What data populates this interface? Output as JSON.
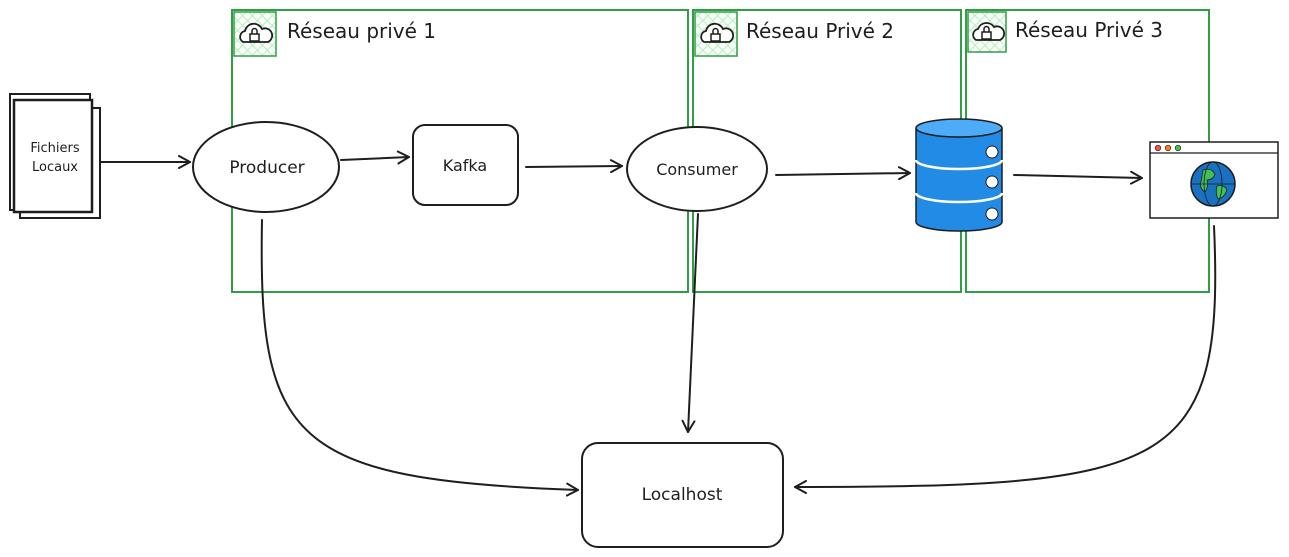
{
  "networks": [
    {
      "label": "Réseau privé 1",
      "icon": "cloud-lock-icon"
    },
    {
      "label": "Réseau Privé 2",
      "icon": "cloud-lock-icon"
    },
    {
      "label": "Réseau Privé 3",
      "icon": "cloud-lock-icon"
    }
  ],
  "nodes": {
    "files_line1": "Fichiers",
    "files_line2": "Locaux",
    "producer": "Producer",
    "kafka": "Kafka",
    "consumer": "Consumer",
    "localhost": "Localhost",
    "database_icon": "database-icon",
    "browser_icon": "web-browser-globe-icon"
  },
  "colors": {
    "network_border": "#2f9e44",
    "network_hatch": "#b2f2bb",
    "stroke": "#1e1e1e",
    "database_fill": "#228be6",
    "globe_fill": "#1971c2",
    "globe_land": "#40c057",
    "browser_dot_red": "#fa5252",
    "browser_dot_orange": "#fd7e14",
    "browser_dot_green": "#40c057"
  }
}
